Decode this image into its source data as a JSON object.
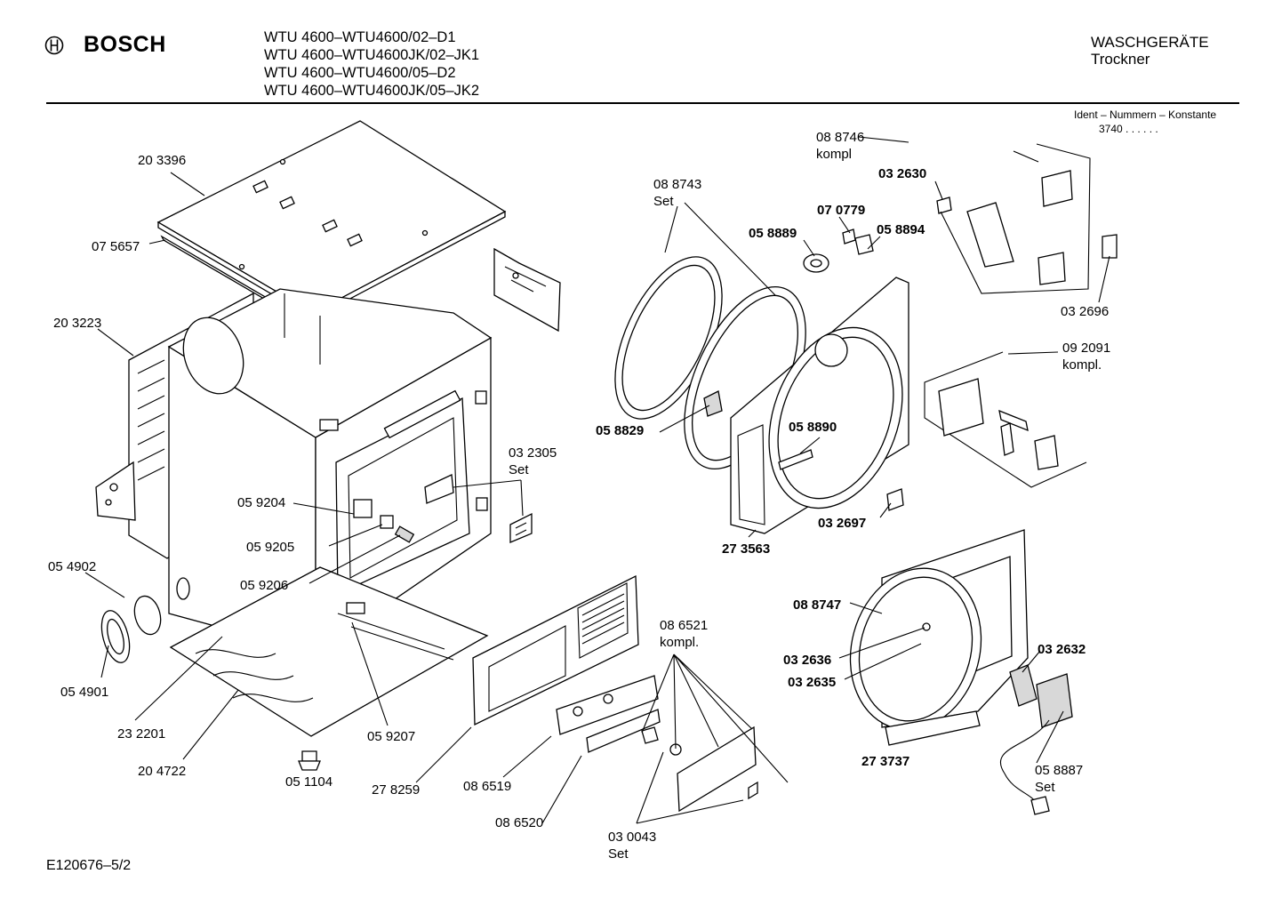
{
  "header": {
    "brand": "BOSCH",
    "models": [
      "WTU 4600–WTU4600/02–D1",
      "WTU 4600–WTU4600JK/02–JK1",
      "WTU 4600–WTU4600/05–D2",
      "WTU 4600–WTU4600JK/05–JK2"
    ],
    "category": "WASCHGERÄTE",
    "subcategory": "Trockner",
    "ident_title": "Ident – Nummern – Konstante",
    "ident_value": "3740 . . . . . ."
  },
  "footer": {
    "doc_id": "E120676–5/2"
  },
  "parts": [
    {
      "id": "p-203396",
      "lines": [
        "20 3396"
      ],
      "bold": false
    },
    {
      "id": "p-075657",
      "lines": [
        "07 5657"
      ],
      "bold": false
    },
    {
      "id": "p-203223",
      "lines": [
        "20 3223"
      ],
      "bold": false
    },
    {
      "id": "p-054902",
      "lines": [
        "05 4902"
      ],
      "bold": false
    },
    {
      "id": "p-054901",
      "lines": [
        "05 4901"
      ],
      "bold": false
    },
    {
      "id": "p-232201",
      "lines": [
        "23 2201"
      ],
      "bold": false
    },
    {
      "id": "p-204722",
      "lines": [
        "20 4722"
      ],
      "bold": false
    },
    {
      "id": "p-051104",
      "lines": [
        "05 1104"
      ],
      "bold": false
    },
    {
      "id": "p-059204",
      "lines": [
        "05 9204"
      ],
      "bold": false
    },
    {
      "id": "p-059205",
      "lines": [
        "05 9205"
      ],
      "bold": false
    },
    {
      "id": "p-059206",
      "lines": [
        "05 9206"
      ],
      "bold": false
    },
    {
      "id": "p-059207",
      "lines": [
        "05 9207"
      ],
      "bold": false
    },
    {
      "id": "p-032305",
      "lines": [
        "03 2305",
        "Set"
      ],
      "bold": false
    },
    {
      "id": "p-278259",
      "lines": [
        "27 8259"
      ],
      "bold": false
    },
    {
      "id": "p-086519",
      "lines": [
        "08 6519"
      ],
      "bold": false
    },
    {
      "id": "p-086520",
      "lines": [
        "08 6520"
      ],
      "bold": false
    },
    {
      "id": "p-086521",
      "lines": [
        "08 6521",
        "kompl."
      ],
      "bold": false
    },
    {
      "id": "p-030043",
      "lines": [
        "03 0043",
        "Set"
      ],
      "bold": false
    },
    {
      "id": "p-088743",
      "lines": [
        "08 8743",
        "Set"
      ],
      "bold": false
    },
    {
      "id": "p-058829",
      "lines": [
        "05 8829"
      ],
      "bold": true
    },
    {
      "id": "p-273563",
      "lines": [
        "27 3563"
      ],
      "bold": true
    },
    {
      "id": "p-058889",
      "lines": [
        "05 8889"
      ],
      "bold": true
    },
    {
      "id": "p-070779",
      "lines": [
        "07 0779"
      ],
      "bold": true
    },
    {
      "id": "p-058894",
      "lines": [
        "05 8894"
      ],
      "bold": true
    },
    {
      "id": "p-032630",
      "lines": [
        "03 2630"
      ],
      "bold": true
    },
    {
      "id": "p-088746",
      "lines": [
        "08 8746",
        "kompl"
      ],
      "bold": false
    },
    {
      "id": "p-032696",
      "lines": [
        "03 2696"
      ],
      "bold": false
    },
    {
      "id": "p-092091",
      "lines": [
        "09 2091",
        "kompl."
      ],
      "bold": false
    },
    {
      "id": "p-058890",
      "lines": [
        "05 8890"
      ],
      "bold": true
    },
    {
      "id": "p-032697",
      "lines": [
        "03 2697"
      ],
      "bold": true
    },
    {
      "id": "p-088747",
      "lines": [
        "08 8747"
      ],
      "bold": true
    },
    {
      "id": "p-032636",
      "lines": [
        "03 2636"
      ],
      "bold": true
    },
    {
      "id": "p-032635",
      "lines": [
        "03 2635"
      ],
      "bold": true
    },
    {
      "id": "p-273737",
      "lines": [
        "27 3737"
      ],
      "bold": true
    },
    {
      "id": "p-032632",
      "lines": [
        "03 2632"
      ],
      "bold": true
    },
    {
      "id": "p-058887",
      "lines": [
        "05 8887",
        "Set"
      ],
      "bold": false
    }
  ]
}
